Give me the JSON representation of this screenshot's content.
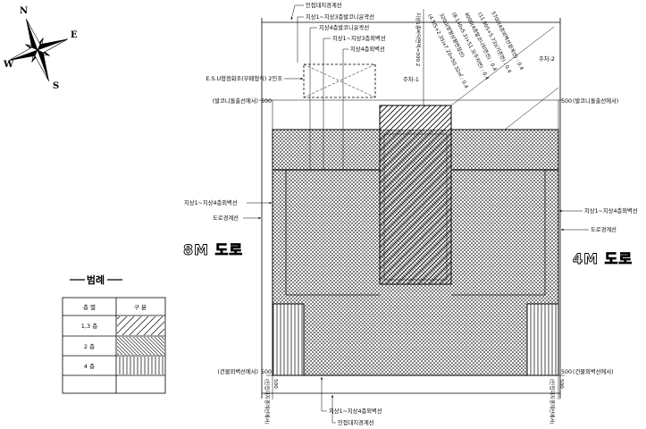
{
  "colors": {
    "ink": "#000000",
    "paper": "#ffffff"
  },
  "compass": {
    "north": "N",
    "east": "E",
    "south": "S",
    "west": "W"
  },
  "top": {
    "adjacent_site_line": "인접대지경계선",
    "balcony_outline_1_3": "지상1~지상3층발코니윤곽선",
    "balcony_outline_4": "지상4층발코니윤곽선",
    "outer_wall_1_3": "지상1~지상3층외벽선",
    "outer_wall_4": "지상4층외벽선",
    "septic_tank": "E.S.U형정화조(부패형식) 2인조",
    "parking_1": "주차-1",
    "parking_2": "주차-2",
    "setback_left_note": "(발코니돌출선에서)",
    "setback_left_value": "500",
    "setback_right_value": "500",
    "setback_right_note": "(발코니돌출선에서)"
  },
  "area_notes": {
    "floor_area": "지상1층바닥면적=300.2",
    "lines": [
      "(4.5/5+2.35)x7.20=50.32㎡ : 0.4",
      "3200(방향상평면접선)",
      "(8.140x5.3)+51.3(주차면) : 0.4",
      "4000(4층발코니뒤면선) : 0.4",
      "(11.00S+5.73)(기준면) : 0.4",
      "5700(4층외벽선경계선) : 0.4"
    ]
  },
  "left": {
    "outer_wall": "지상1~지상4층외벽선",
    "road_boundary": "도로경계선",
    "road": "8M 도로"
  },
  "right": {
    "outer_wall": "지상1~지상4층외벽선",
    "road_boundary": "도로경계선",
    "road": "4M 도로"
  },
  "bottom": {
    "setback_left_note": "(건물외벽선에서)",
    "setback_left_value": "500",
    "setback_right_value": "500",
    "setback_right_note": "(건물외벽선에서)",
    "outer_wall": "지상1~지상4층외벽선",
    "adjacent_site_line": "인접대지경계선",
    "edge_left_note": "(인접대지경계선에서)",
    "edge_left_value": "500",
    "edge_right_note": "(인접대지경계선에서)",
    "edge_right_value": "500"
  },
  "legend": {
    "title": "범례",
    "col_floor": "층 별",
    "col_type": "구 분",
    "rows": [
      {
        "floor": "1,3 층"
      },
      {
        "floor": "2 층"
      },
      {
        "floor": "4 층"
      }
    ]
  }
}
